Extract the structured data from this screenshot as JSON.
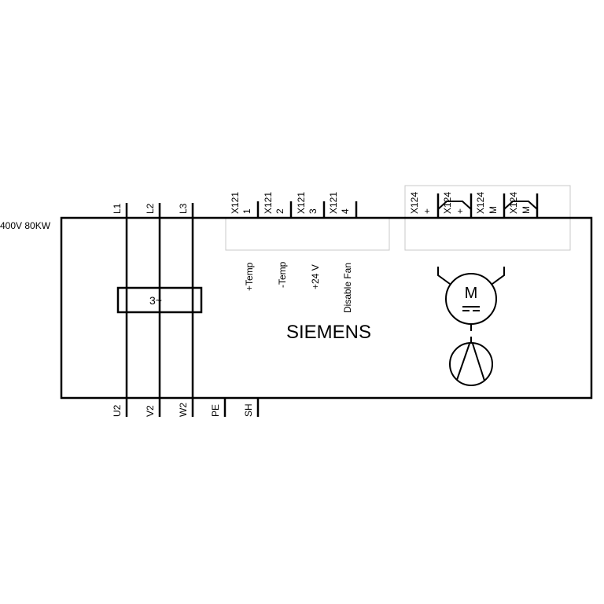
{
  "device": {
    "rating": "400V 80KW",
    "brand": "SIEMENS",
    "rectifier_label": "3~"
  },
  "inputs": [
    "L1",
    "L2",
    "L3"
  ],
  "outputs": [
    "U2",
    "V2",
    "W2",
    "PE",
    "SH"
  ],
  "x121": {
    "terminal": "X121",
    "pins": [
      "1",
      "2",
      "3",
      "4"
    ],
    "signals": [
      "+Temp",
      "-Temp",
      "+24 V",
      "Disable Fan"
    ]
  },
  "x124": {
    "terminal": "X124",
    "pins": [
      "+",
      "+",
      "M",
      "M"
    ]
  },
  "motor": {
    "label": "M"
  },
  "colors": {
    "line": "#000000",
    "group_box": "#c8c8c8"
  }
}
